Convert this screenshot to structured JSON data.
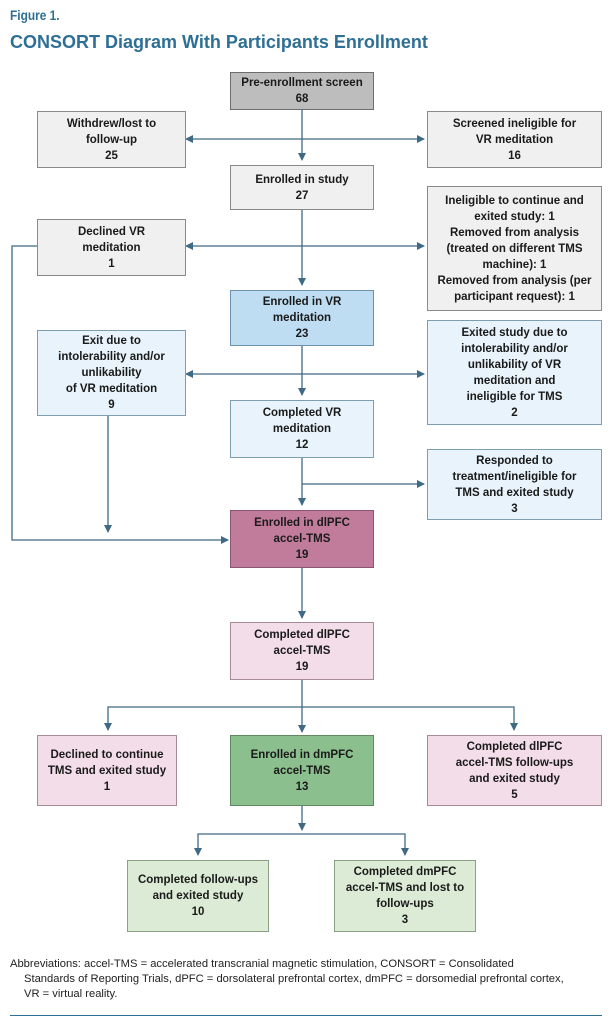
{
  "figure_label": "Figure 1.",
  "title": "CONSORT Diagram With Participants Enrollment",
  "boxes": {
    "pre_enrollment": [
      "Pre-enrollment screen",
      "68"
    ],
    "withdrew": [
      "Withdrew/lost to",
      "follow-up",
      "25"
    ],
    "screened_ineligible": [
      "Screened ineligible for",
      "VR meditation",
      "16"
    ],
    "enrolled_study": [
      "Enrolled in study",
      "27"
    ],
    "declined_vr": [
      "Declined VR",
      "meditation",
      "1"
    ],
    "ineligible_continue": [
      "Ineligible to continue and",
      "exited study: 1",
      "Removed from analysis",
      "(treated on different TMS",
      "machine): 1",
      "Removed from analysis (per",
      "participant request): 1"
    ],
    "enrolled_vr": [
      "Enrolled in VR",
      "meditation",
      "23"
    ],
    "exit_intolerability": [
      "Exit due to",
      "intolerability and/or",
      "unlikability",
      "of VR meditation",
      "9"
    ],
    "exited_intolerability_tms": [
      "Exited study due to",
      "intolerability and/or",
      "unlikability of VR",
      "meditation and",
      "ineligible for TMS",
      "2"
    ],
    "completed_vr": [
      "Completed VR",
      "meditation",
      "12"
    ],
    "responded": [
      "Responded to",
      "treatment/ineligible for",
      "TMS and exited study",
      "3"
    ],
    "enrolled_dlpfc": [
      "Enrolled in dlPFC",
      "accel-TMS",
      "19"
    ],
    "completed_dlpfc": [
      "Completed dlPFC",
      "accel-TMS",
      "19"
    ],
    "declined_continue": [
      "Declined to continue",
      "TMS and exited study",
      "1"
    ],
    "enrolled_dmpfc": [
      "Enrolled in dmPFC",
      "accel-TMS",
      "13"
    ],
    "completed_dlpfc_followups": [
      "Completed dlPFC",
      "accel-TMS follow-ups",
      "and exited study",
      "5"
    ],
    "completed_followups": [
      "Completed follow-ups",
      "and exited study",
      "10"
    ],
    "completed_dmpfc_lost": [
      "Completed dmPFC",
      "accel-TMS and lost to",
      "follow-ups",
      "3"
    ]
  },
  "abbreviations": [
    "Abbreviations: accel-TMS = accelerated transcranial magnetic stimulation, CONSORT = Consolidated",
    "Standards of Reporting Trials, dPFC = dorsolateral prefrontal cortex, dmPFC = dorsomedial prefrontal cortex,",
    "VR = virtual reality."
  ],
  "colors": {
    "title": "#2e6f95",
    "connector": "#3f6a85"
  }
}
